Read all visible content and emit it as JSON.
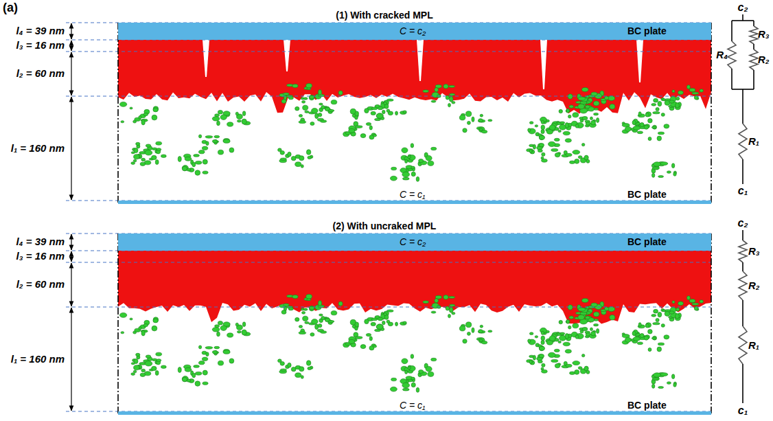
{
  "diagram": {
    "nodes": [
      {
        "text": [
          "C = c₂",
          "BC plate"
        ]
      },
      {
        "text": [
          "C = c₁",
          "BC plate"
        ]
      },
      {
        "text": [
          "C = c₂",
          "BC plate"
        ]
      },
      {
        "text": [
          "C = c₁",
          "BC plate"
        ]
      }
    ],
    "labels": [
      "(a)",
      "(1) With cracked MPL",
      "l₄ = 39 nm",
      "l₃ = 16 nm",
      "l₂ = 60 nm",
      "l₁ = 160 nm",
      "c₂",
      "R₄",
      "R₃",
      "R₂",
      "R₁",
      "c₁",
      "(2) With uncraked MPL",
      "l₄ = 39 nm",
      "l₃ = 16 nm",
      "l₂ = 60 nm",
      "l₁ = 160 nm",
      "c₂",
      "R₃",
      "R₂",
      "R₁",
      "c₁"
    ]
  }
}
